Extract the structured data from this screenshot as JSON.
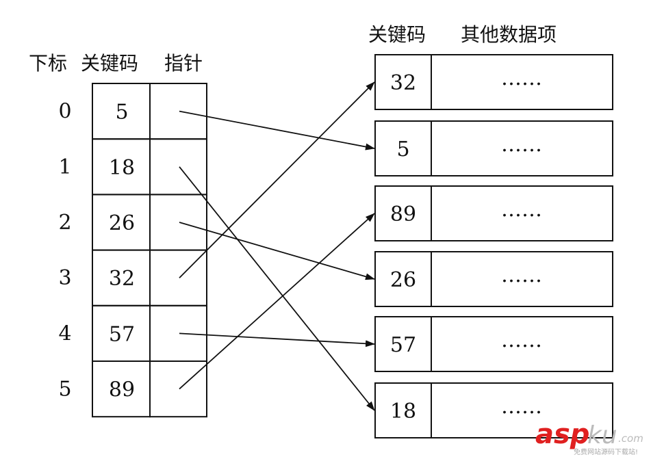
{
  "left_table": {
    "headers": {
      "index": "下标",
      "key": "关键码",
      "pointer": "指针"
    },
    "rows": [
      {
        "index": "0",
        "key": "5",
        "points_to": 1
      },
      {
        "index": "1",
        "key": "18",
        "points_to": 5
      },
      {
        "index": "2",
        "key": "26",
        "points_to": 3
      },
      {
        "index": "3",
        "key": "32",
        "points_to": 0
      },
      {
        "index": "4",
        "key": "57",
        "points_to": 4
      },
      {
        "index": "5",
        "key": "89",
        "points_to": 2
      }
    ]
  },
  "right_records": {
    "headers": {
      "key": "关键码",
      "other": "其他数据项"
    },
    "rows": [
      {
        "key": "32",
        "other": "……"
      },
      {
        "key": "5",
        "other": "……"
      },
      {
        "key": "89",
        "other": "……"
      },
      {
        "key": "26",
        "other": "……"
      },
      {
        "key": "57",
        "other": "……"
      },
      {
        "key": "18",
        "other": "……"
      }
    ]
  },
  "watermark": {
    "brand": "aspku",
    "suffix": ".com",
    "tagline": "免费网站源码下载站!"
  }
}
